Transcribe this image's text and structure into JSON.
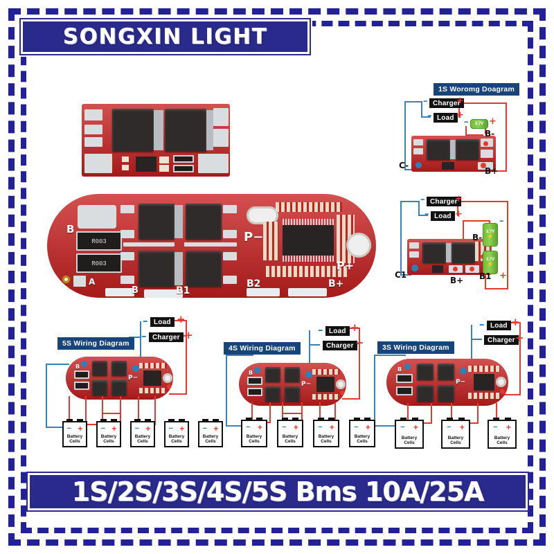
{
  "brand": {
    "logo_text": "SONGXIN LIGHT",
    "navy": "#2a2a8c",
    "banner_text": "1S/2S/3S/4S/5S Bms 10A/25A"
  },
  "border": {
    "color": "#232196",
    "style": "double-dashed"
  },
  "boards": {
    "small_rect": {
      "name": "1S/2S BMS rectangular board",
      "silk": []
    },
    "main_oval": {
      "name": "3S/4S/5S BMS oval board",
      "silk": [
        "B",
        "A",
        "P-",
        "B2",
        "B1",
        "B",
        "B+",
        "P+"
      ],
      "shunt_label": "R003"
    }
  },
  "diagrams": [
    {
      "id": "1s",
      "title": "1S Woromg Doagram",
      "labels": {
        "charger": "Charger",
        "load": "Load"
      },
      "terminals": [
        "C-",
        "B-",
        "B+"
      ],
      "cells": [
        {
          "voltage": "3.7V"
        }
      ],
      "cell_count": 1
    },
    {
      "id": "2s",
      "title": "",
      "labels": {
        "charger": "Charger",
        "load": "Load"
      },
      "terminals": [
        "C1",
        "B-",
        "B+",
        "B1"
      ],
      "cells": [
        {
          "voltage": "3.7V"
        },
        {
          "voltage": "3.7V"
        }
      ],
      "cell_count": 2
    },
    {
      "id": "5s",
      "title": "5S Wiring Diagram",
      "labels": {
        "load": "Load",
        "charger": "Charger"
      },
      "cell_label_line1": "Battery",
      "cell_label_line2": "Cells",
      "cell_count": 5,
      "board_silk": [
        "B",
        "P-"
      ]
    },
    {
      "id": "4s",
      "title": "4S Wiring Diagram",
      "labels": {
        "load": "Load",
        "charger": "Charger"
      },
      "cell_label_line1": "Battery",
      "cell_label_line2": "Cells",
      "cell_count": 4,
      "board_silk": [
        "B",
        "P-"
      ]
    },
    {
      "id": "3s",
      "title": "3S Wiring Diagram",
      "labels": {
        "load": "Load",
        "charger": "Charger"
      },
      "cell_label_line1": "Battery",
      "cell_label_line2": "Cells",
      "cell_count": 3,
      "board_silk": [
        "B",
        "P-"
      ]
    }
  ],
  "signs": {
    "plus": "+",
    "minus": "–"
  },
  "colors": {
    "pcb_red": "#c8201f",
    "wire_red": "#e23a2e",
    "wire_blue": "#3a82b5",
    "cell_green": "#7ec93f",
    "badge_blue": "#17447a"
  }
}
